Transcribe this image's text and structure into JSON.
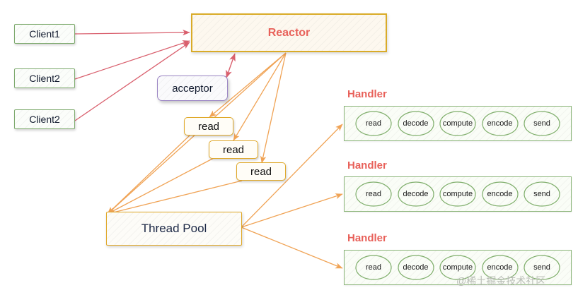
{
  "diagram": {
    "title": "Reactor pattern with thread pool and handlers",
    "colors": {
      "accent_red": "#e8615a",
      "arrow_red": "#d9606e",
      "arrow_orange": "#f0a355",
      "border_green": "#7eab6e",
      "border_gold": "#d9ab28",
      "border_purple": "#9b85c4",
      "text_dark": "#111a2e"
    }
  },
  "clients": [
    {
      "label": "Client1"
    },
    {
      "label": "Client2"
    },
    {
      "label": "Client2"
    }
  ],
  "reactor": {
    "label": "Reactor"
  },
  "acceptor": {
    "label": "acceptor"
  },
  "reads": [
    {
      "label": "read"
    },
    {
      "label": "read"
    },
    {
      "label": "read"
    }
  ],
  "thread_pool": {
    "label": "Thread Pool"
  },
  "handlers": [
    {
      "label": "Handler",
      "stages": [
        {
          "label": "read"
        },
        {
          "label": "decode"
        },
        {
          "label": "compute"
        },
        {
          "label": "encode"
        },
        {
          "label": "send"
        }
      ]
    },
    {
      "label": "Handler",
      "stages": [
        {
          "label": "read"
        },
        {
          "label": "decode"
        },
        {
          "label": "compute"
        },
        {
          "label": "encode"
        },
        {
          "label": "send"
        }
      ]
    },
    {
      "label": "Handler",
      "stages": [
        {
          "label": "read"
        },
        {
          "label": "decode"
        },
        {
          "label": "compute"
        },
        {
          "label": "encode"
        },
        {
          "label": "send"
        }
      ]
    }
  ],
  "watermark": {
    "text": "@稀土掘金技术社区"
  }
}
